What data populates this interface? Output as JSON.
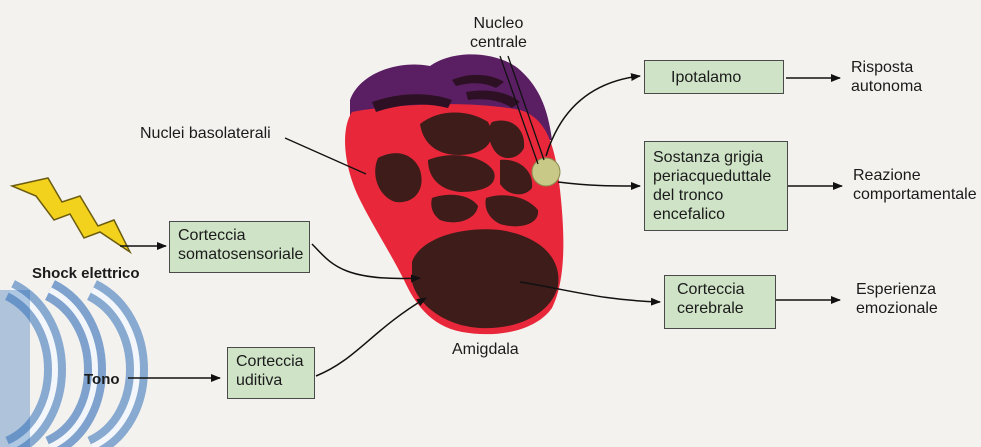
{
  "colors": {
    "background": "#f4f2ee",
    "box_fill": "#cfe3c7",
    "amygdala_red": "#e8283a",
    "amygdala_purple": "#5a1f63",
    "nuclei_brown": "#3e1c1a",
    "central_nucleus": "#c9c987",
    "lightning": "#f2d21c",
    "sound_wave": "#3a78c4"
  },
  "inputs": {
    "shock": "Shock elettrico",
    "tone": "Tono"
  },
  "boxes": {
    "somatosensory": "Corteccia\nsomatosensoriale",
    "auditory": "Corteccia\nuditiva",
    "hypothalamus": "Ipotalamo",
    "periaqueductal": "Sostanza grigia\nperiacqueduttale\ndel tronco\nencefalico",
    "cerebral_cortex": "Corteccia\ncerebrale"
  },
  "structure_labels": {
    "central_nucleus": "Nucleo\ncentrale",
    "basolateral": "Nuclei basolaterali",
    "amygdala": "Amigdala"
  },
  "outputs": {
    "autonomic": "Risposta\nautonoma",
    "behavioral": "Reazione\ncomportamentale",
    "emotional": "Esperienza\nemozionale"
  }
}
